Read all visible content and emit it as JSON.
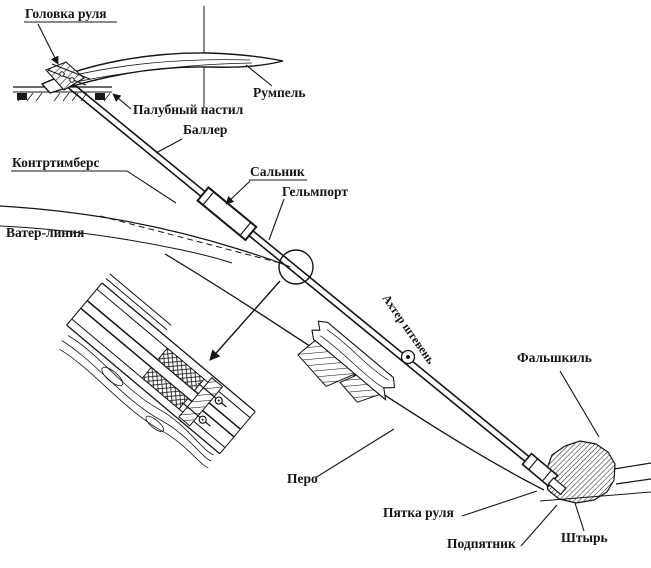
{
  "colors": {
    "ink": "#151515",
    "paper": "#ffffff"
  },
  "labels": {
    "rudder_head": "Головка руля",
    "tiller": "Румпель",
    "deck_planking": "Палубный настил",
    "rudder_stock": "Баллер",
    "stuffing_box": "Сальник",
    "helm_port": "Гельмпорт",
    "counter_timber": "Контртимберс",
    "waterline": "Ватер-линия",
    "stern_post": "Ахтер штевень",
    "false_keel": "Фальшкиль",
    "blade": "Перо",
    "rudder_heel": "Пятка руля",
    "heel_bearing": "Подпятник",
    "pintle": "Штырь"
  }
}
